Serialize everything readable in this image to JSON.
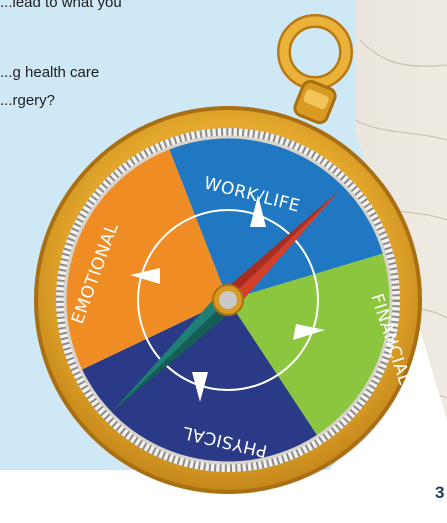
{
  "text": {
    "line1": "...lead to what you",
    "line2": "...g health care",
    "line3": "...rgery?"
  },
  "page_number": "3",
  "compass": {
    "segments": {
      "work_life": "WORK/LIFE",
      "financial": "FINANCIAL",
      "physical": "PHYSICAL",
      "emotional": "EMOTIONAL"
    }
  },
  "colors": {
    "panel": "#cfe8f5",
    "wood": "#e7e1d8",
    "gold": "#e3a72c",
    "gold_dark": "#a96f12",
    "work_life": "#1f78c1",
    "financial": "#8cc63f",
    "physical": "#2b3a87",
    "emotional": "#f08c24",
    "needle_red": "#d23f2b",
    "needle_teal": "#1e7f74"
  }
}
